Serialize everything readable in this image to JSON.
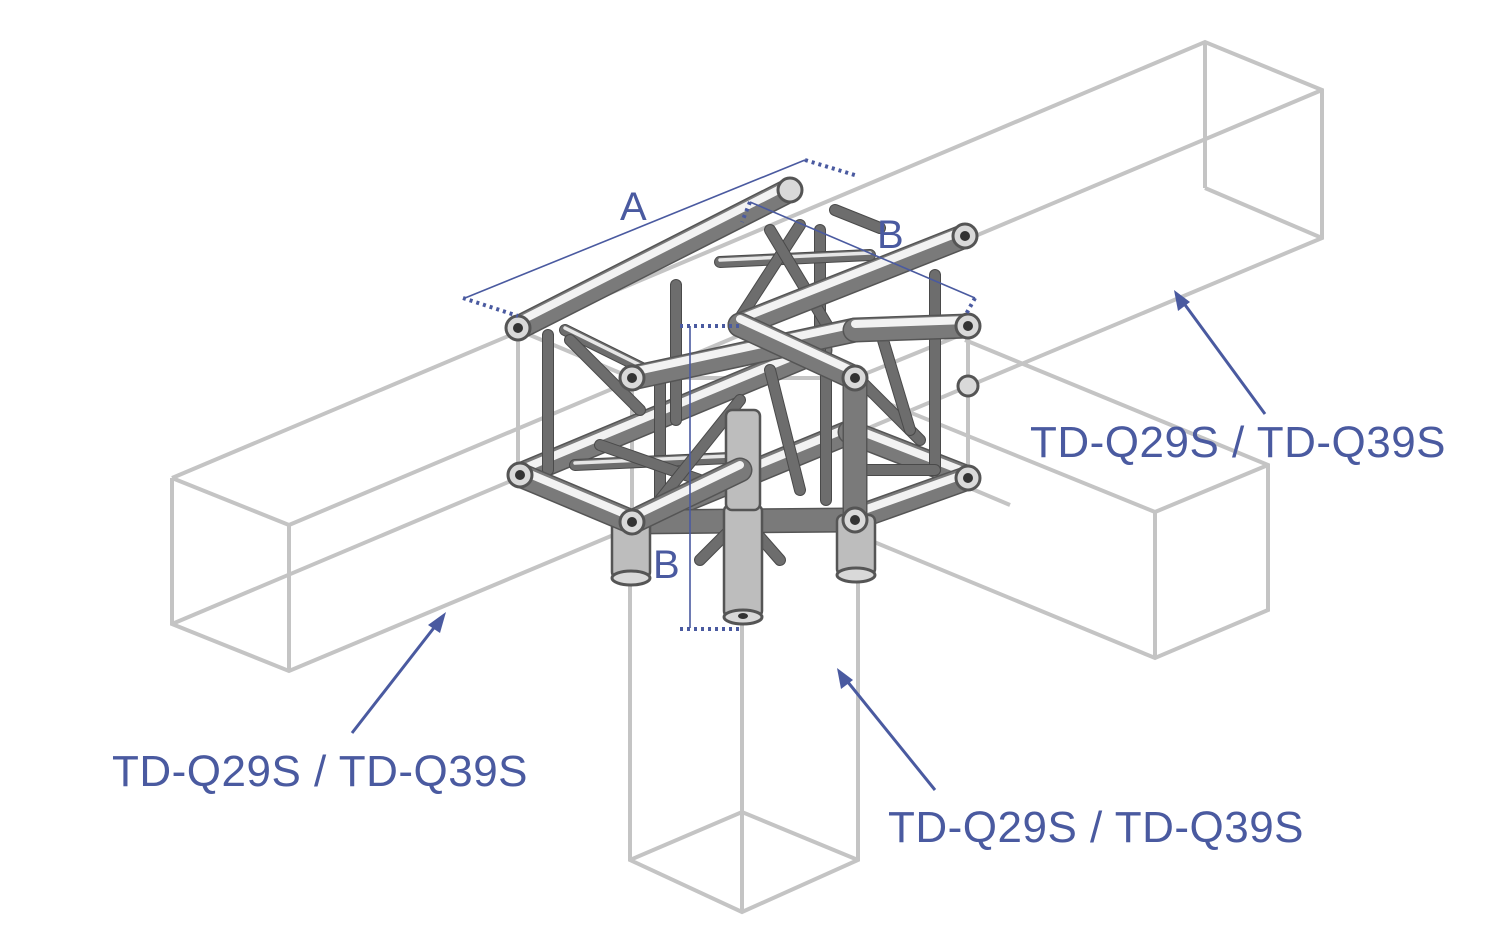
{
  "callouts": {
    "left": "TD-Q29S / TD-Q39S",
    "right": "TD-Q29S / TD-Q39S",
    "bottom": "TD-Q29S / TD-Q39S"
  },
  "dimensions": {
    "a": "A",
    "b_top": "B",
    "b_side": "B"
  },
  "colors": {
    "label": "#4a5aa0",
    "ghost_outline": "#c4c4c4",
    "tube": "#7a7a7a"
  }
}
